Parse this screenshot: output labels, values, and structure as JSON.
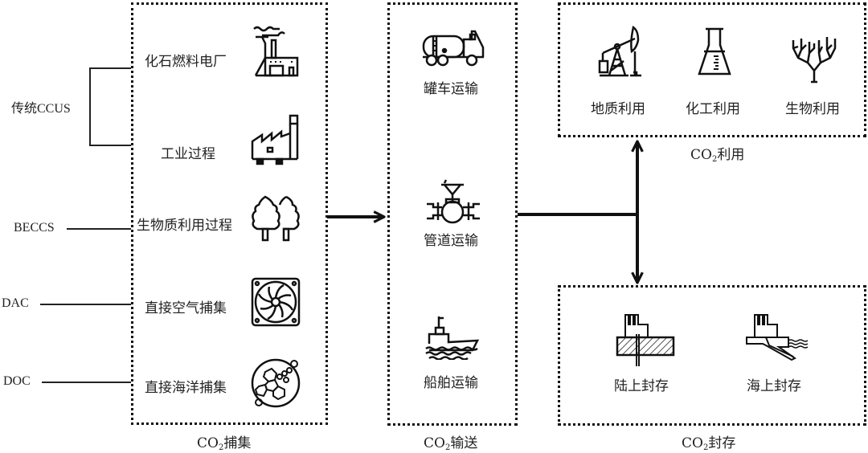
{
  "capture": {
    "caption_prefix": "CO",
    "caption_sub": "2",
    "caption_suffix": "捕集",
    "items": [
      {
        "label": "化石燃料电厂",
        "icon": "power-plant-icon"
      },
      {
        "label": "工业过程",
        "icon": "factory-icon"
      },
      {
        "label": "生物质利用过程",
        "icon": "trees-icon"
      },
      {
        "label": "直接空气捕集",
        "icon": "fan-icon"
      },
      {
        "label": "直接海洋捕集",
        "icon": "molecule-icon"
      }
    ]
  },
  "side_labels": {
    "traditional": "传统CCUS",
    "beccs": "BECCS",
    "dac": "DAC",
    "doc": "DOC"
  },
  "transport": {
    "caption_prefix": "CO",
    "caption_sub": "2",
    "caption_suffix": "输送",
    "items": [
      {
        "label": "罐车运输",
        "icon": "tanker-truck-icon"
      },
      {
        "label": "管道运输",
        "icon": "pipeline-valve-icon"
      },
      {
        "label": "船舶运输",
        "icon": "ship-icon"
      }
    ]
  },
  "utilization": {
    "caption_prefix": "CO",
    "caption_sub": "2",
    "caption_suffix": "利用",
    "items": [
      {
        "label": "地质利用",
        "icon": "oil-pump-icon"
      },
      {
        "label": "化工利用",
        "icon": "flask-icon"
      },
      {
        "label": "生物利用",
        "icon": "coral-icon"
      }
    ]
  },
  "storage": {
    "caption_prefix": "CO",
    "caption_sub": "2",
    "caption_suffix": "封存",
    "items": [
      {
        "label": "陆上封存",
        "icon": "onshore-storage-icon"
      },
      {
        "label": "海上封存",
        "icon": "offshore-storage-icon"
      }
    ]
  }
}
